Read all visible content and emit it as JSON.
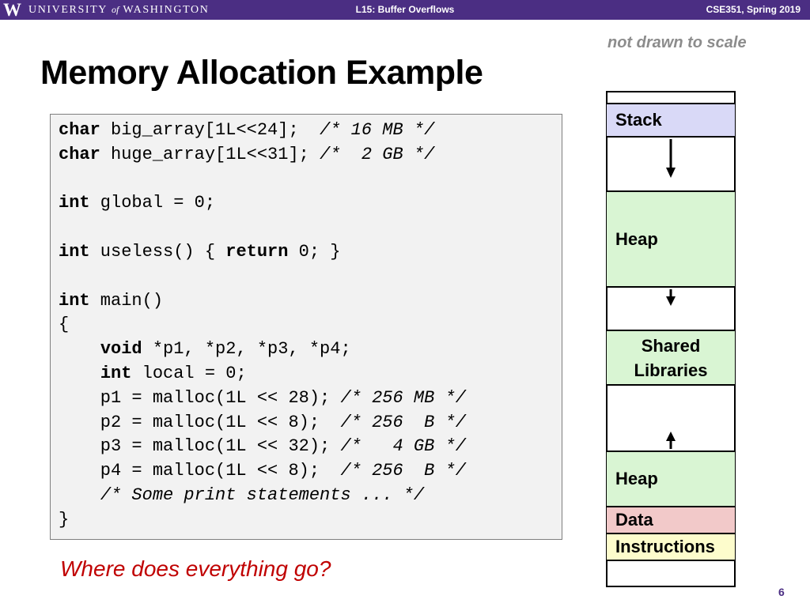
{
  "header": {
    "logo_mark": "W",
    "logo_part1": "UNIVERSITY",
    "logo_of": "of",
    "logo_part2": "WASHINGTON",
    "lecture": "L15: Buffer Overflows",
    "course": "CSE351, Spring 2019"
  },
  "title": "Memory Allocation Example",
  "note": "not drawn to scale",
  "code": [
    [
      {
        "t": "char",
        "s": "kw"
      },
      {
        "t": " big_array[1L<<24];  "
      },
      {
        "t": "/* 16 MB */",
        "s": "cm"
      }
    ],
    [
      {
        "t": "char",
        "s": "kw"
      },
      {
        "t": " huge_array[1L<<31]; "
      },
      {
        "t": "/*  2 GB */",
        "s": "cm"
      }
    ],
    [],
    [
      {
        "t": "int",
        "s": "kw"
      },
      {
        "t": " global = 0;"
      }
    ],
    [],
    [
      {
        "t": "int",
        "s": "kw"
      },
      {
        "t": " useless() { "
      },
      {
        "t": "return",
        "s": "kw"
      },
      {
        "t": " 0; }"
      }
    ],
    [],
    [
      {
        "t": "int",
        "s": "kw"
      },
      {
        "t": " main()"
      }
    ],
    [
      {
        "t": "{"
      }
    ],
    [
      {
        "t": "    "
      },
      {
        "t": "void",
        "s": "kw"
      },
      {
        "t": " *p1, *p2, *p3, *p4;"
      }
    ],
    [
      {
        "t": "    "
      },
      {
        "t": "int",
        "s": "kw"
      },
      {
        "t": " local = 0;"
      }
    ],
    [
      {
        "t": "    p1 = malloc(1L << 28); "
      },
      {
        "t": "/* 256 MB */",
        "s": "cm"
      }
    ],
    [
      {
        "t": "    p2 = malloc(1L << 8);  "
      },
      {
        "t": "/* 256  B */",
        "s": "cm"
      }
    ],
    [
      {
        "t": "    p3 = malloc(1L << 32); "
      },
      {
        "t": "/*   4 GB */",
        "s": "cm"
      }
    ],
    [
      {
        "t": "    p4 = malloc(1L << 8);  "
      },
      {
        "t": "/* 256  B */",
        "s": "cm"
      }
    ],
    [
      {
        "t": "    "
      },
      {
        "t": "/* Some print statements ... */",
        "s": "cm"
      }
    ],
    [
      {
        "t": "}"
      }
    ]
  ],
  "question": "Where does everything go?",
  "memory": {
    "stack": "Stack",
    "heap_upper": "Heap",
    "shared_libraries": "Shared Libraries",
    "heap_lower": "Heap",
    "data": "Data",
    "instructions": "Instructions",
    "colors": {
      "stack": "#d9d9f7",
      "heap": "#d9f5d3",
      "shared": "#d9f5d3",
      "data": "#f2c9c9",
      "instructions": "#fdfccc"
    }
  },
  "slide_number": "6"
}
